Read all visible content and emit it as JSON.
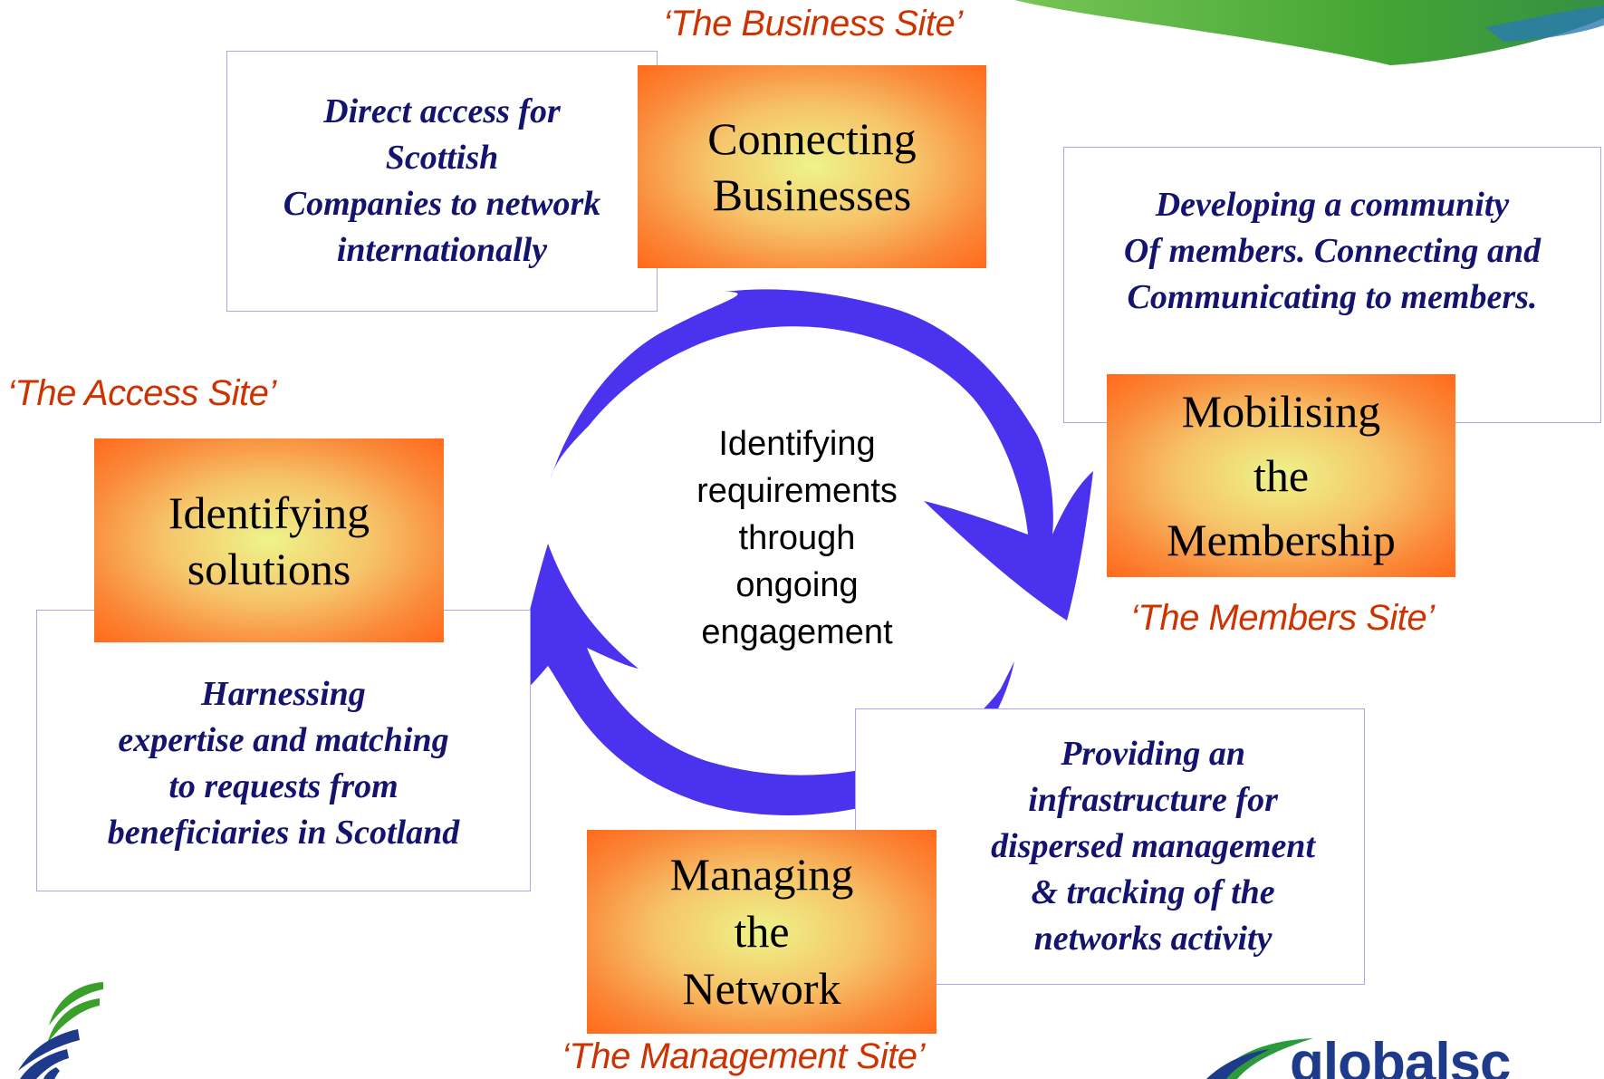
{
  "site_labels": {
    "business": "‘The Business Site’",
    "access": "‘The Access Site’",
    "members": "‘The Members Site’",
    "management": "‘The Management Site’"
  },
  "descriptions": {
    "business": "Direct access for\nScottish\nCompanies to network\ninternationally",
    "members": "Developing a community\nOf members. Connecting and\nCommunicating to members.",
    "access": "Harnessing\nexpertise and matching\nto requests from\nbeneficiaries in Scotland",
    "management": "Providing an\ninfrastructure for\ndispersed management\n& tracking of the\nnetworks activity"
  },
  "activities": {
    "connecting": "Connecting\nBusinesses",
    "mobilising": "Mobilising\nthe\nMembership",
    "identifying": "Identifying\nsolutions",
    "managing": "Managing\nthe\nNetwork"
  },
  "center": "Identifying\nrequirements\nthrough\nongoing\nengagement",
  "logo_text": "globalsc",
  "colors": {
    "site_label": "#cc3300",
    "description_text": "#14146e",
    "box_border": "#a8a8e8",
    "arrow": "#4a32ee",
    "banner_green": "#3aa02a"
  }
}
